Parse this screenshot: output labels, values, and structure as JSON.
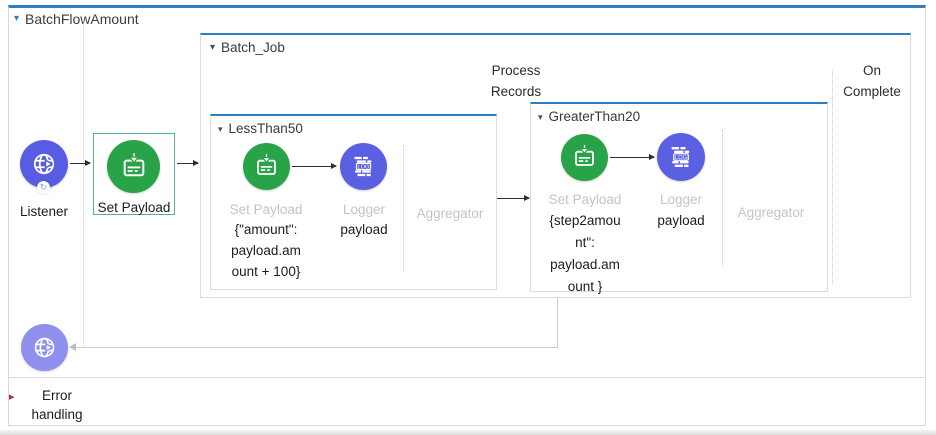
{
  "flow": {
    "title": "BatchFlowAmount",
    "listener_label": "Listener",
    "set_payload_label": "Set Payload",
    "error_section_label": "Error handling"
  },
  "batch_job": {
    "title": "Batch_Job",
    "process_records_label": "Process Records",
    "on_complete_label": "On Complete",
    "steps": [
      {
        "title": "LessThan50",
        "set_payload": {
          "label": "Set Payload",
          "expression": "{\"amount\":\npayload.am\nount + 100}"
        },
        "logger": {
          "label": "Logger",
          "sublabel": "payload"
        },
        "aggregator_label": "Aggregator"
      },
      {
        "title": "GreaterThan20",
        "set_payload": {
          "label": "Set Payload",
          "expression": "{step2amou\nnt\":\npayload.am\nount }"
        },
        "logger": {
          "label": "Logger",
          "sublabel": "payload"
        },
        "aggregator_label": "Aggregator"
      }
    ]
  },
  "icons": {
    "collapse_open": "▾",
    "collapse_closed": "▸",
    "refresh_glyph": "↻",
    "logger_text": "LOG"
  },
  "colors": {
    "scope_border_top": "#2e7fc1",
    "green": "#29a347",
    "purple": "#5b5fe2",
    "indigo": "#585ce5",
    "indigo_light": "#8f90ee",
    "selection": "#55b0a8",
    "error_triangle": "#a33246"
  }
}
